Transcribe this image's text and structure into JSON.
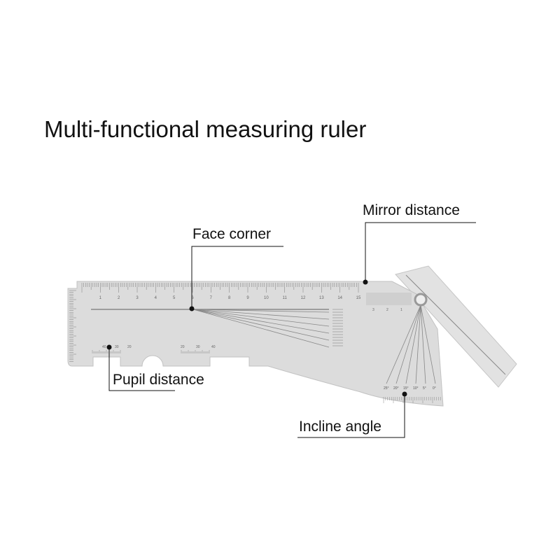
{
  "title": "Multi-functional measuring ruler",
  "callouts": {
    "face_corner": "Face corner",
    "mirror_distance": "Mirror distance",
    "pupil_distance": "Pupil distance",
    "incline_angle": "Incline angle"
  },
  "ruler": {
    "top_scale_numbers": [
      "1",
      "2",
      "3",
      "4",
      "5",
      "6",
      "7",
      "8",
      "9",
      "10",
      "11",
      "12",
      "13",
      "14",
      "15"
    ],
    "pupil_scale_left": [
      "40",
      "30",
      "20"
    ],
    "pupil_scale_right": [
      "20",
      "30",
      "40"
    ],
    "mirror_scale": [
      "3",
      "2",
      "1"
    ],
    "angle_labels": [
      "25°",
      "20°",
      "15°",
      "10°",
      "5°",
      "0°"
    ]
  },
  "colors": {
    "ruler_fill": "#dcdcdc",
    "ruler_edge": "#bdbdbd",
    "ink": "#111111"
  }
}
